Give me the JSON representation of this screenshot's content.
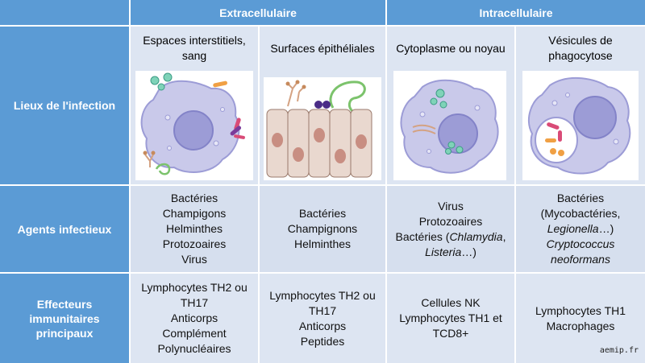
{
  "header": {
    "extracellular": "Extracellulaire",
    "intracellular": "Intracellulaire"
  },
  "row_labels": {
    "infection_sites": "Lieux de l'infection",
    "agents": "Agents infectieux",
    "effectors": [
      "Effecteurs",
      "immunitaires",
      "principaux"
    ]
  },
  "locations": [
    [
      "Espaces interstitiels,",
      "sang"
    ],
    [
      "Surfaces épithéliales"
    ],
    [
      "Cytoplasme ou noyau"
    ],
    [
      "Vésicules de",
      "phagocytose"
    ]
  ],
  "agents": {
    "interstitial": [
      "Bactéries",
      "Champigons",
      "Helminthes",
      "Protozoaires",
      "Virus"
    ],
    "epithelial": [
      "Bactéries",
      "Champignons",
      "Helminthes"
    ],
    "cytoplasm": {
      "line1": "Virus",
      "line2": "Protozoaires",
      "line3_prefix": "Bactéries (",
      "line3_italic": "Chlamydia",
      "line3_suffix": ",",
      "line4_italic": "Listeria",
      "line4_suffix": "…)"
    },
    "vesicles": {
      "line1": "Bactéries",
      "line2": "(Mycobactéries,",
      "line3_italic": "Legionella",
      "line3_suffix": "…)",
      "line4_italic": "Cryptococcus",
      "line5_italic": "neoformans"
    }
  },
  "effectors": {
    "interstitial": [
      "Lymphocytes TH2 ou",
      "TH17",
      "Anticorps",
      "Complément",
      "Polynucléaires"
    ],
    "epithelial": [
      "Lymphocytes TH2 ou",
      "TH17",
      "Anticorps",
      "Peptides"
    ],
    "cytoplasm": [
      "Cellules NK",
      "Lymphocytes TH1 et",
      "TCD8+"
    ],
    "vesicles": [
      "Lymphocytes TH1",
      "Macrophages"
    ]
  },
  "watermark": "aemip.fr",
  "colors": {
    "header_blue": "#5b9bd5",
    "cell_pale": "#dde5f2",
    "cell_membrane": "#c9c9ea",
    "nucleus": "#9c9cd6",
    "epithelial_cell": "#e9d8cf",
    "epithelial_nucleus": "#c88e82"
  }
}
